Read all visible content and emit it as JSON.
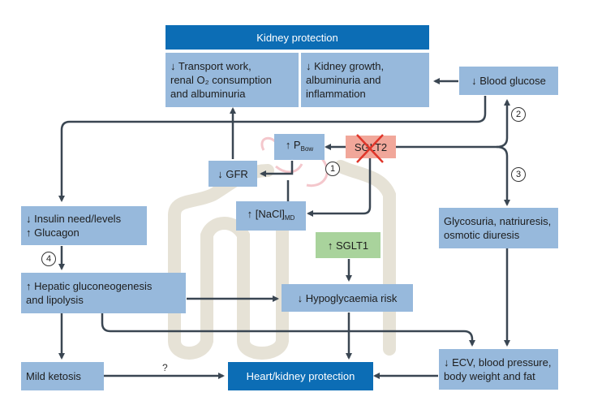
{
  "header": {
    "title": "Kidney protection"
  },
  "boxes": {
    "transport": "↓ Transport work,\nrenal O₂ consumption\nand albuminuria",
    "kidney_growth": "↓ Kidney growth,\nalbuminuria and\ninflammation",
    "blood_glucose": "↓ Blood glucose",
    "p_bow_prefix": "↑ P",
    "p_bow_sub": "Bow",
    "sglt2": "SGLT2",
    "gfr": "↓ GFR",
    "nacl_prefix": "↑ [NaCl]",
    "nacl_sub": "MD",
    "insulin": "↓ Insulin need/levels\n↑ Glucagon",
    "glycosuria": "Glycosuria, natriuresis,\nosmotic diuresis",
    "sglt1": "↑ SGLT1",
    "hepatic": "↑ Hepatic gluconeogenesis\nand lipolysis",
    "hypoglycaemia": "↓ Hypoglycaemia risk",
    "mild_ketosis": "Mild ketosis",
    "heart_kidney": "Heart/kidney protection",
    "ecv": "↓ ECV, blood pressure,\nbody weight and fat"
  },
  "markers": {
    "n1": "1",
    "n2": "2",
    "n3": "3",
    "n4": "4",
    "question": "?"
  },
  "colors": {
    "box": "#97b9dc",
    "dark": "#0c6db5",
    "green": "#a9d39c",
    "red": "#f1a79a",
    "arrow": "#3a4652",
    "nephron": "#e6e2d6"
  }
}
